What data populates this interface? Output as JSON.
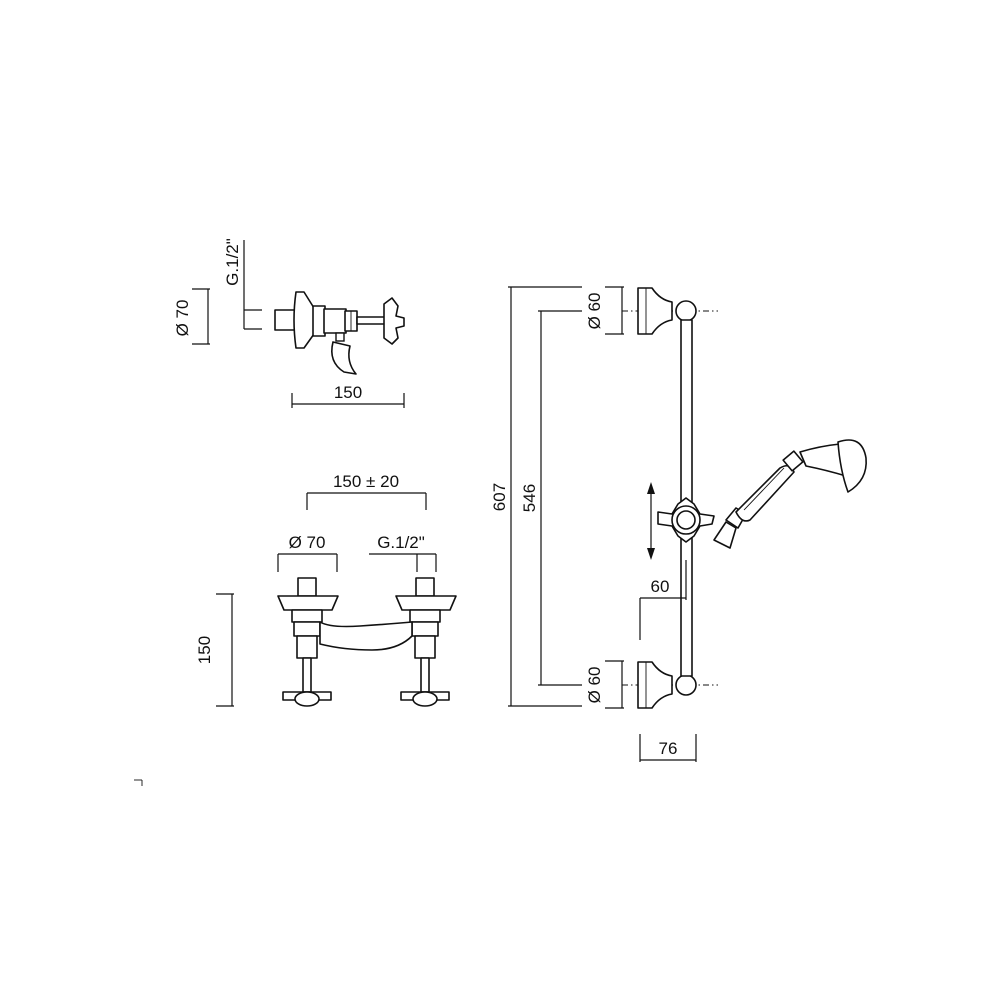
{
  "dimensions": {
    "side_view": {
      "diameter": "Ø 70",
      "thread": "G.1/2\"",
      "width": "150"
    },
    "front_view": {
      "centers": "150 ± 20",
      "diameter": "Ø 70",
      "thread": "G.1/2\"",
      "height": "150"
    },
    "shower_rail": {
      "overall_height": "607",
      "inner_height": "546",
      "top_bracket_diameter": "Ø 60",
      "bottom_bracket_diameter": "Ø 60",
      "offset": "60",
      "depth": "76"
    }
  },
  "colors": {
    "line": "#111111",
    "background": "#ffffff"
  }
}
